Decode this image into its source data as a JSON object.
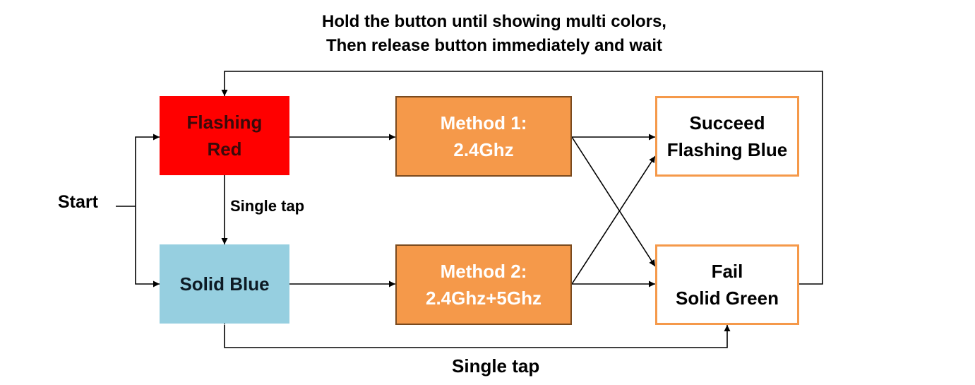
{
  "title": {
    "line1": "Hold the button until showing multi colors,",
    "line2": "Then release button immediately and wait"
  },
  "start_label": "Start",
  "nodes": {
    "flashing_red": {
      "line1": "Flashing",
      "line2": "Red"
    },
    "solid_blue": {
      "line1": "Solid Blue"
    },
    "method1": {
      "line1": "Method 1:",
      "line2": "2.4Ghz"
    },
    "method2": {
      "line1": "Method 2:",
      "line2": "2.4Ghz+5Ghz"
    },
    "succeed": {
      "line1": "Succeed",
      "line2": "Flashing Blue"
    },
    "fail": {
      "line1": "Fail",
      "line2": "Solid Green"
    }
  },
  "edge_labels": {
    "red_to_blue": "Single tap",
    "fail_blue_loop": "Single tap"
  },
  "colors": {
    "flashing_red": "#ff0000",
    "solid_blue": "#96cfe0",
    "method_fill": "#f5994a",
    "result_border": "#f5994a"
  }
}
